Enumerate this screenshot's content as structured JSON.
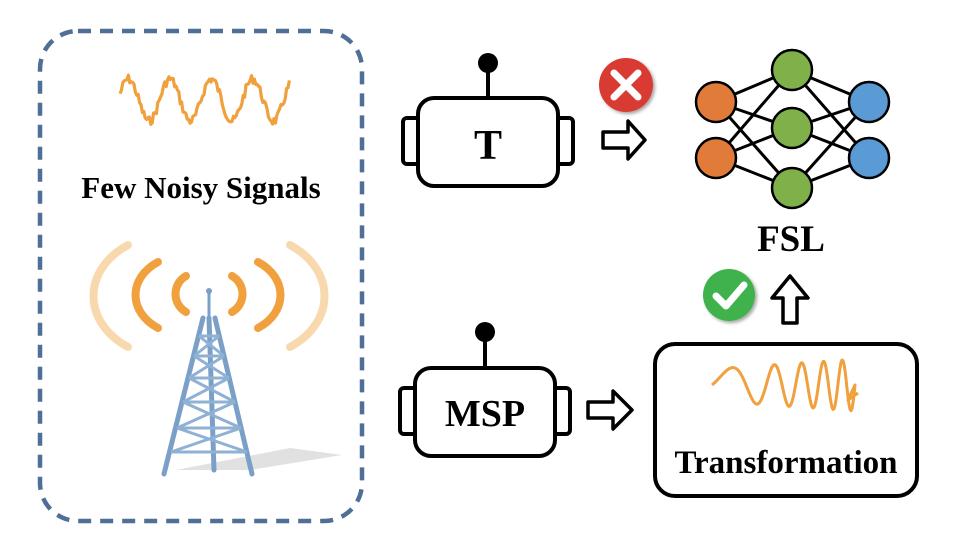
{
  "left_panel": {
    "caption": "Few Noisy Signals"
  },
  "top_module": {
    "label": "T",
    "status": "fail",
    "status_icon": "red-cross-icon"
  },
  "bottom_module": {
    "label": "MSP"
  },
  "transformation": {
    "label": "Transformation"
  },
  "network": {
    "label": "FSL",
    "status": "success",
    "status_icon": "green-check-icon",
    "layers": [
      2,
      3,
      2
    ]
  },
  "colors": {
    "dashed_border": "#4f6f96",
    "signal_orange": "#f0a03c",
    "input_node": "#e07b39",
    "hidden_node": "#7fb04a",
    "output_node": "#5b9bd5",
    "tower_blue": "#7aa0c8",
    "cross_red": "#d93a32",
    "check_green": "#3fb24b"
  }
}
